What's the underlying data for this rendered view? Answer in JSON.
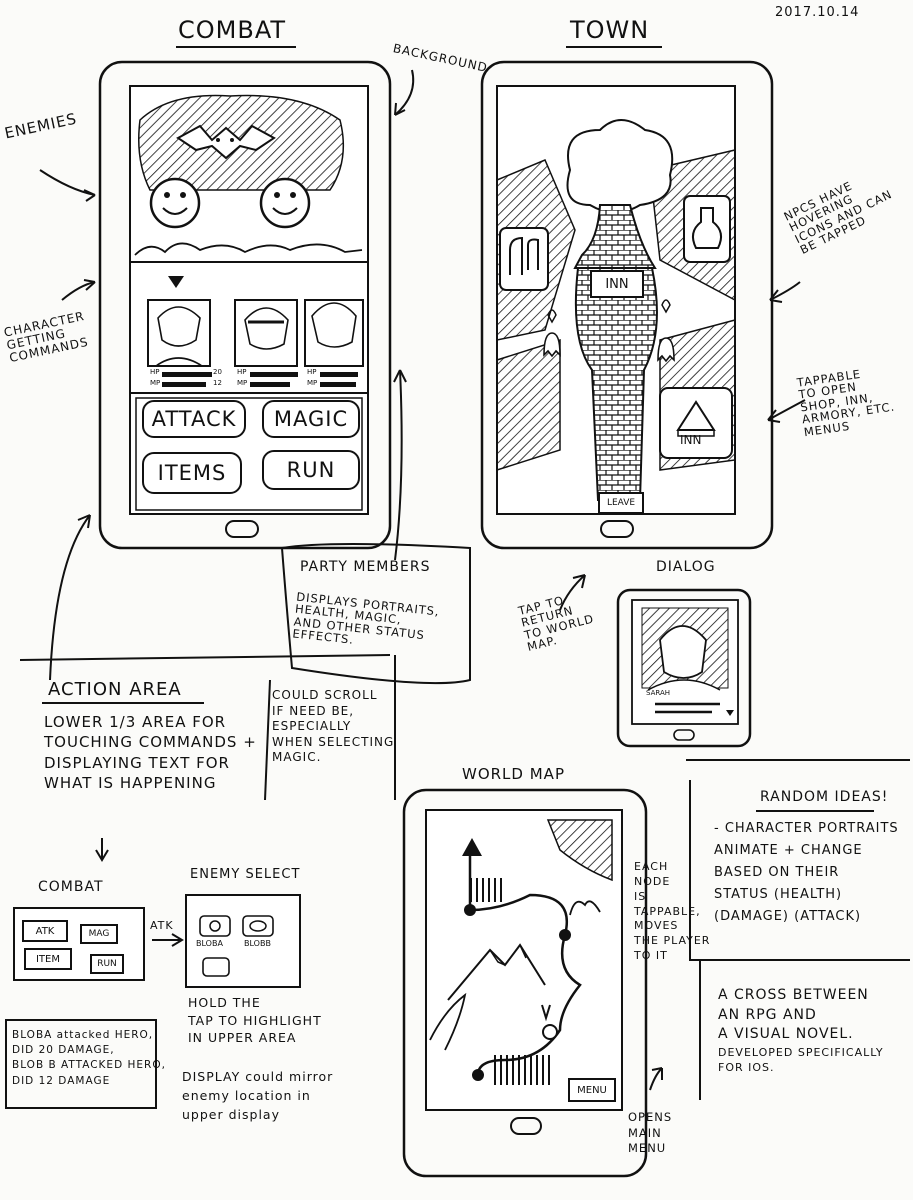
{
  "date": "2017.10.14",
  "combat": {
    "title": "COMBAT",
    "annotations": {
      "background": "BACKGROUND",
      "enemies": "ENEMIES",
      "character": "CHARACTER\nGETTING\nCOMMANDS"
    },
    "stats": {
      "hp_label": "HP",
      "mp_label": "MP",
      "hp_value": "20",
      "mp_value": "12"
    },
    "buttons": {
      "attack": "ATTACK",
      "magic": "MAGIC",
      "items": "ITEMS",
      "run": "RUN"
    }
  },
  "party_note": {
    "title": "PARTY MEMBERS",
    "body": "DISPLAYS PORTRAITS,\nHEALTH, MAGIC,\nAND OTHER STATUS\nEFFECTS."
  },
  "town": {
    "title": "TOWN",
    "npc_note": "NPCS HAVE HOVERING\nICONS AND CAN\nBE TAPPED",
    "shop_note": "TAPPABLE\nTO OPEN\nSHOP, INN,\nARMORY, ETC.\nMENUS",
    "signs": {
      "inn_top": "INN",
      "inn": "INN",
      "leave": "LEAVE"
    },
    "return_note": "TAP TO\nRETURN\nTO WORLD\nMAP."
  },
  "dialog": {
    "title": "DIALOG",
    "speaker": "SARAH"
  },
  "action_area": {
    "title": "ACTION AREA",
    "body": "LOWER 1/3 AREA FOR\nTOUCHING COMMANDS +\nDISPLAYING TEXT FOR\nWHAT IS HAPPENING",
    "scroll_note": "COULD SCROLL\nIF NEED BE,\nESPECIALLY\nWHEN SELECTING\nMAGIC."
  },
  "mini_combat": {
    "title": "COMBAT",
    "atk_arrow": "ATK",
    "buttons": {
      "atk": "ATK",
      "mag": "MAG",
      "item": "ITEM",
      "run": "RUN"
    }
  },
  "enemy_select": {
    "title": "ENEMY SELECT",
    "enemy1": "BLOBA",
    "enemy2": "BLOBB",
    "note1": "HOLD THE\nTAP TO HIGHLIGHT\nIN UPPER AREA",
    "note2": "DISPLAY could mirror\nenemy location in\nupper display"
  },
  "combat_log": "BLOBA attacked HERO,\nDID 20 DAMAGE,\nBLOB B ATTACKED HERO,\nDID 12 DAMAGE",
  "world_map": {
    "title": "WORLD MAP",
    "node_note": "EACH\nNODE\nIS\nTAPPABLE,\nMOVES\nTHE PLAYER\nTO IT",
    "menu_button": "MENU",
    "menu_note": "OPENS\nMAIN\nMENU"
  },
  "random_ideas": {
    "title": "RANDOM IDEAS!",
    "body": "- CHARACTER PORTRAITS\nANIMATE + CHANGE\nBASED ON THEIR\nSTATUS (HEALTH)\n(DAMAGE) (ATTACK)"
  },
  "summary": {
    "line1": "A CROSS BETWEEN\nAN RPG AND\nA VISUAL NOVEL.",
    "line2": "DEVELOPED SPECIFICALLY\nFOR IOS."
  },
  "colors": {
    "ink": "#111111",
    "paper": "#fbfbf9",
    "shade": "#333333"
  }
}
